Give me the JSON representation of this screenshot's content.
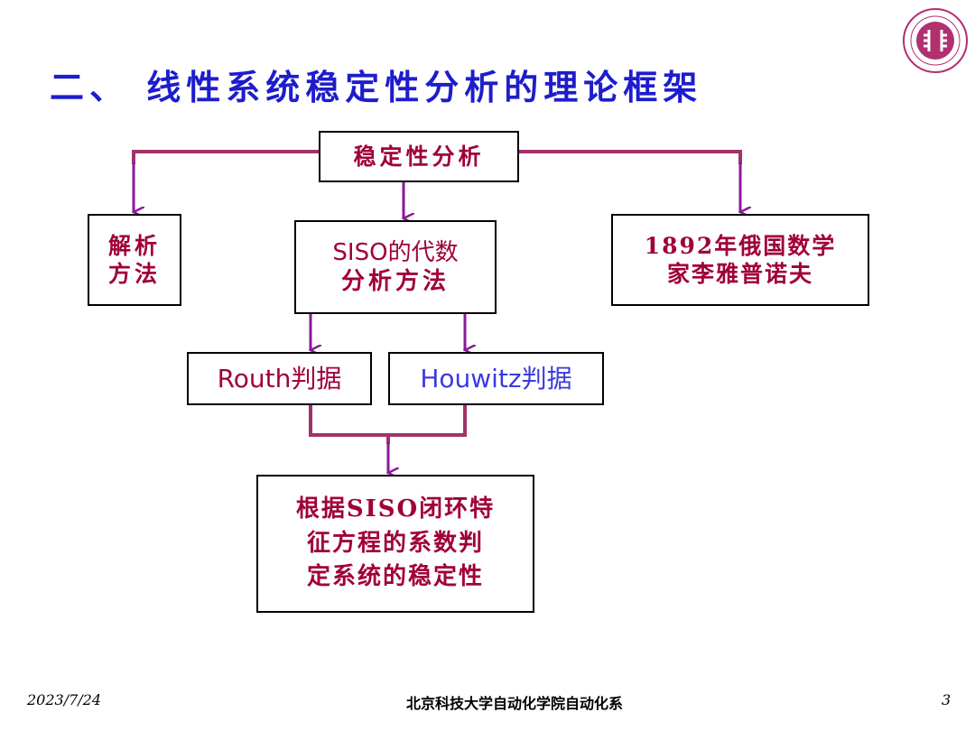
{
  "title": "二、 线性系统稳定性分析的理论框架",
  "nodes": {
    "root": "稳定性分析",
    "analytic_line1": "解析",
    "analytic_line2": "方法",
    "siso_line1": "SISO的代数",
    "siso_line2": "分析方法",
    "lyapunov_line1": "1892年俄国数学",
    "lyapunov_line2": "家李雅普诺夫",
    "routh": "Routh判据",
    "houwitz": "Houwitz判据",
    "result_line1": "根据SISO闭环特",
    "result_line2": "征方程的系数判",
    "result_line3": "定系统的稳定性"
  },
  "footer": {
    "date": "2023/7/24",
    "institution": "北京科技大学自动化学院自动化系",
    "page": "3"
  },
  "colors": {
    "title": "#1d1dcc",
    "node_text": "#a0003a",
    "houwitz_text": "#3a3ae0",
    "connector": "#a0336a",
    "arrow": "#8a1a9a"
  },
  "icons": {
    "logo": "university-seal-icon"
  }
}
